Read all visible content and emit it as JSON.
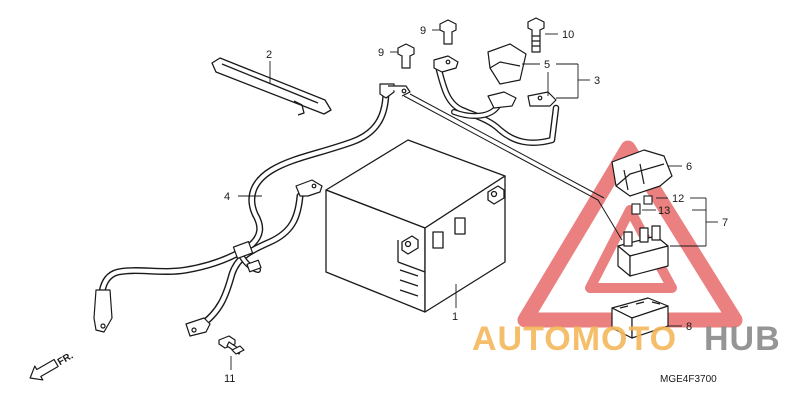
{
  "diagram": {
    "code": "MGE4F3700",
    "direction": "FR.",
    "callouts": [
      "1",
      "2",
      "3",
      "4",
      "5",
      "6",
      "7",
      "8",
      "9",
      "9",
      "10",
      "11",
      "12",
      "13"
    ]
  },
  "watermark": {
    "text_a": "AUTOMOTO",
    "text_b": "HUB",
    "colors": {
      "triangle": "#e86a6a",
      "text_a": "#f3b85a",
      "text_b": "#8a8a8a"
    }
  }
}
